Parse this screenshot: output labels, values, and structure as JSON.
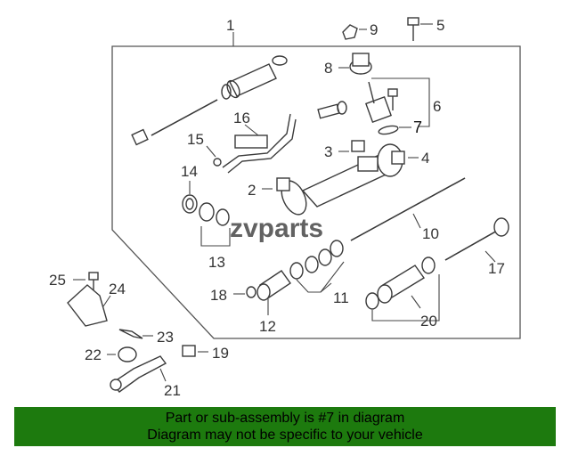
{
  "callouts": [
    "1",
    "2",
    "3",
    "4",
    "5",
    "6",
    "7",
    "8",
    "9",
    "10",
    "11",
    "12",
    "13",
    "14",
    "15",
    "16",
    "17",
    "18",
    "19",
    "20",
    "21",
    "22",
    "23",
    "24",
    "25"
  ],
  "watermark": "zvparts",
  "banner": {
    "line1": "Part or sub-assembly is #7 in diagram",
    "line2": "Diagram may not be specific to your vehicle"
  },
  "colors": {
    "banner_bg": "#1d7a0e",
    "line": "#3a3a3a"
  }
}
